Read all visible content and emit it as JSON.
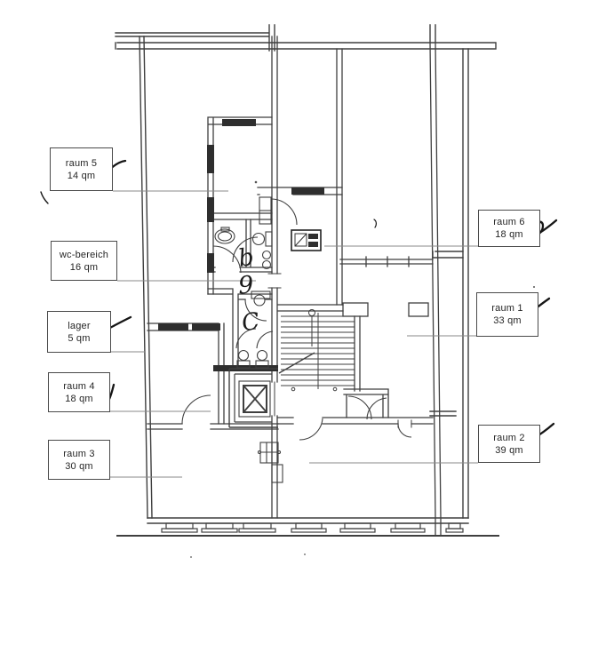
{
  "document": {
    "type": "scanned floor plan",
    "language": "de",
    "unit_suffix": "qm"
  },
  "labels": [
    {
      "id": "raum5",
      "line1": "raum 5",
      "line2": "14 qm",
      "marked": true
    },
    {
      "id": "wc-bereich",
      "line1": "wc-bereich",
      "line2": "16 qm",
      "marked": false
    },
    {
      "id": "lager",
      "line1": "lager",
      "line2": "5 qm",
      "marked": true
    },
    {
      "id": "raum4",
      "line1": "raum 4",
      "line2": "18 qm",
      "marked": true
    },
    {
      "id": "raum3",
      "line1": "raum 3",
      "line2": "30 qm",
      "marked": true
    },
    {
      "id": "raum6",
      "line1": "raum 6",
      "line2": "18 qm",
      "marked": true
    },
    {
      "id": "raum1",
      "line1": "raum 1",
      "line2": "33 qm",
      "marked": true
    },
    {
      "id": "raum2",
      "line1": "raum 2",
      "line2": "39 qm",
      "marked": true
    }
  ],
  "annotations": {
    "letter_b": "b",
    "letter_g": "9",
    "letter_c": "C"
  },
  "colors": {
    "paper": "#ffffff",
    "ink": "#3f3f3f",
    "dark_fill": "#2e2e2e",
    "pen": "#161616",
    "leader": "#8a8a8a"
  }
}
